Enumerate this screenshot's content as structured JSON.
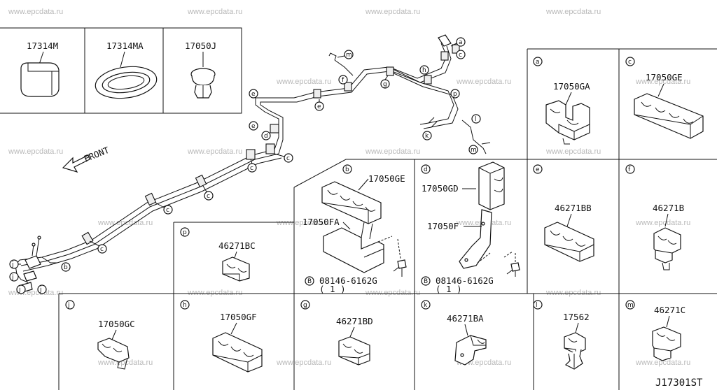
{
  "watermark": "www.epcdata.ru",
  "diagram_code": "J17301ST",
  "front_label": "FRONT",
  "top_parts": [
    {
      "pn": "17314M"
    },
    {
      "pn": "17314MA"
    },
    {
      "pn": "17050J"
    }
  ],
  "callout_letters": {
    "a": "a",
    "b": "b",
    "c": "c",
    "d": "d",
    "e": "e",
    "f": "f",
    "g": "g",
    "h": "h",
    "j": "j",
    "k": "k",
    "l": "l",
    "m": "m",
    "p": "p"
  },
  "panels": {
    "a": {
      "letter": "a",
      "pn": "17050GA"
    },
    "c": {
      "letter": "c",
      "pn": "17050GE"
    },
    "b": {
      "letter": "b",
      "pn": "17050GE",
      "pn2": "17050FA",
      "bolt_prefix": "B",
      "bolt": "08146-6162G",
      "qty": "( 1 )"
    },
    "d": {
      "letter": "d",
      "pn": "17050GD",
      "pn2": "17050F",
      "bolt_prefix": "B",
      "bolt": "08146-6162G",
      "qty": "( 1 )"
    },
    "e": {
      "letter": "e",
      "pn": "46271BB"
    },
    "f": {
      "letter": "f",
      "pn": "46271B"
    },
    "p": {
      "letter": "p",
      "pn": "46271BC"
    },
    "j": {
      "letter": "j",
      "pn": "17050GC"
    },
    "h": {
      "letter": "h",
      "pn": "17050GF"
    },
    "g": {
      "letter": "g",
      "pn": "46271BD"
    },
    "k": {
      "letter": "k",
      "pn": "46271BA"
    },
    "l": {
      "letter": "l",
      "pn": "17562"
    },
    "m": {
      "letter": "m",
      "pn": "46271C"
    }
  }
}
